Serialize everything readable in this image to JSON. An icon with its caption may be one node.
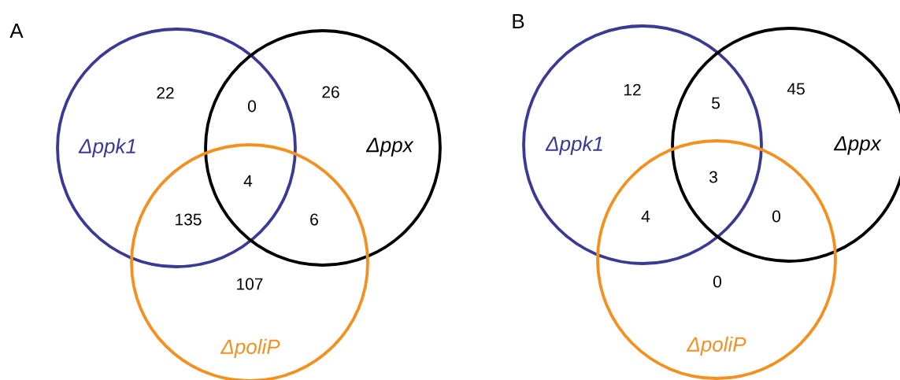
{
  "diagram": {
    "nodes": [
      {
        "text": [
          "Δppk1"
        ]
      },
      {
        "text": [
          "Δppx"
        ]
      },
      {
        "text": [
          "ΔpoliP"
        ]
      },
      {
        "text": [
          "Δppk1"
        ]
      },
      {
        "text": [
          "Δppx"
        ]
      },
      {
        "text": [
          "ΔpoliP"
        ]
      }
    ],
    "labels": [
      "A",
      "22",
      "0",
      "26",
      "4",
      "135",
      "6",
      "107",
      "B",
      "12",
      "5",
      "45",
      "3",
      "4",
      "0",
      "0"
    ]
  }
}
